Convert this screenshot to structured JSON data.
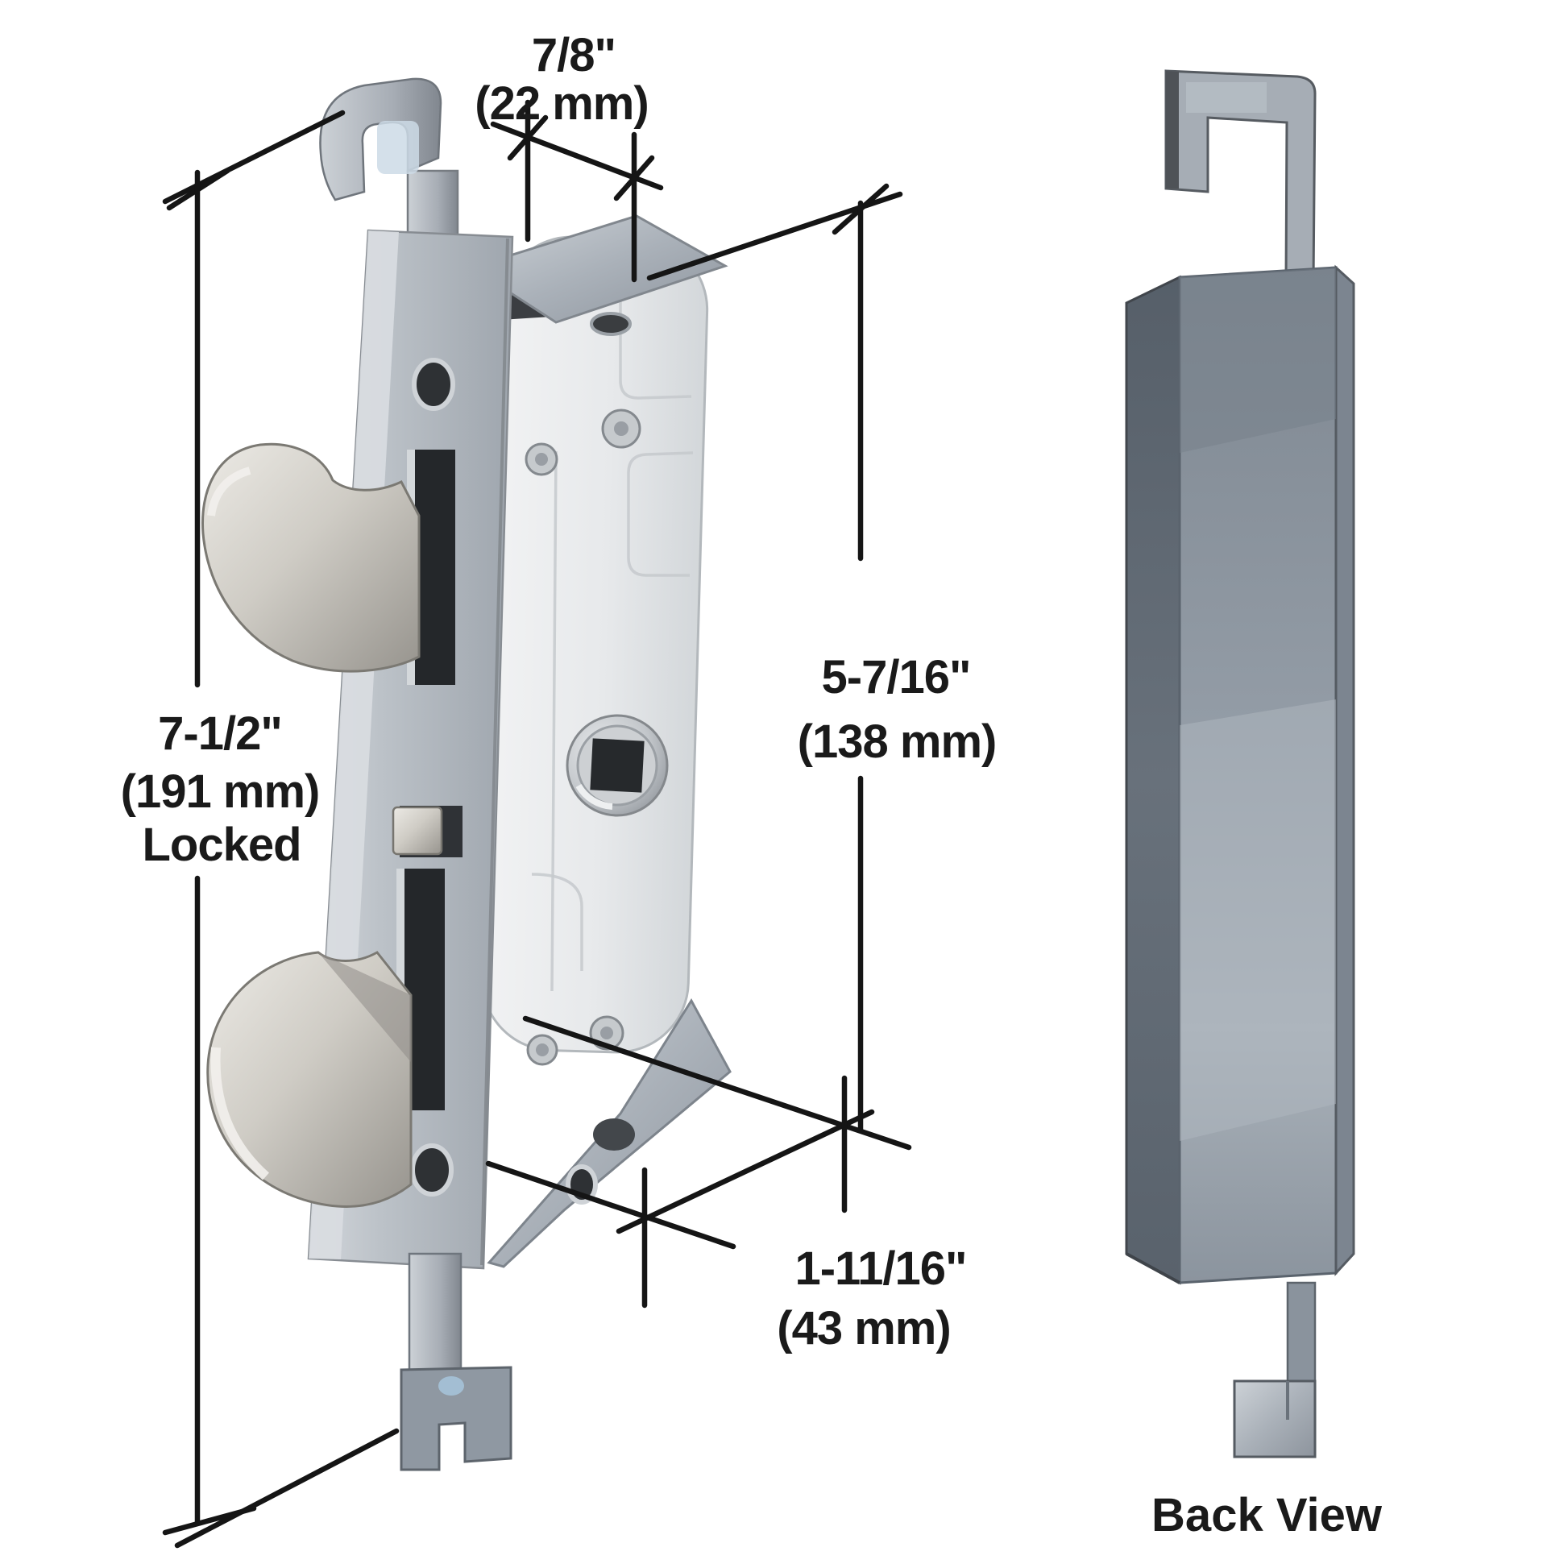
{
  "colors": {
    "background": "#ffffff",
    "dimension_line": "#151515",
    "dimension_text": "#1a1a1a",
    "lock_body": "#e9ebed",
    "galvanized": "#a8b0b8",
    "nickel": "#cfccc5",
    "back_channel": "#8a939d"
  },
  "dimensions": {
    "top_width": {
      "value": "7/8\"",
      "metric": "(22 mm)"
    },
    "overall_height": {
      "value": "7-1/2\"",
      "metric": "(191 mm)",
      "note": "Locked"
    },
    "case_height": {
      "value": "5-7/16\"",
      "metric": "(138 mm)"
    },
    "bottom_depth": {
      "value": "1-11/16\"",
      "metric": "(43 mm)"
    }
  },
  "labels": {
    "back_view": "Back View"
  }
}
